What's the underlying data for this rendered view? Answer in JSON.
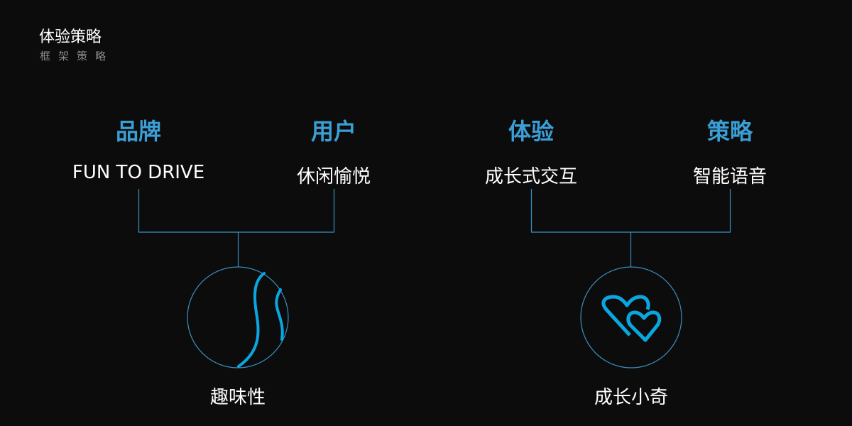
{
  "header": {
    "title": "体验策略",
    "subtitle": "框架策略"
  },
  "columns": [
    {
      "heading": "品牌",
      "value": "FUN TO DRIVE"
    },
    {
      "heading": "用户",
      "value": "休闲愉悦"
    },
    {
      "heading": "体验",
      "value": "成长式交互"
    },
    {
      "heading": "策略",
      "value": "智能语音"
    }
  ],
  "results": [
    {
      "label": "趣味性",
      "icon": "ball-curve-icon"
    },
    {
      "label": "成长小奇",
      "icon": "two-hearts-icon"
    }
  ],
  "colors": {
    "accent": "#3a9fd6",
    "icon": "#0aa6e0",
    "background": "#0c0c0c"
  }
}
